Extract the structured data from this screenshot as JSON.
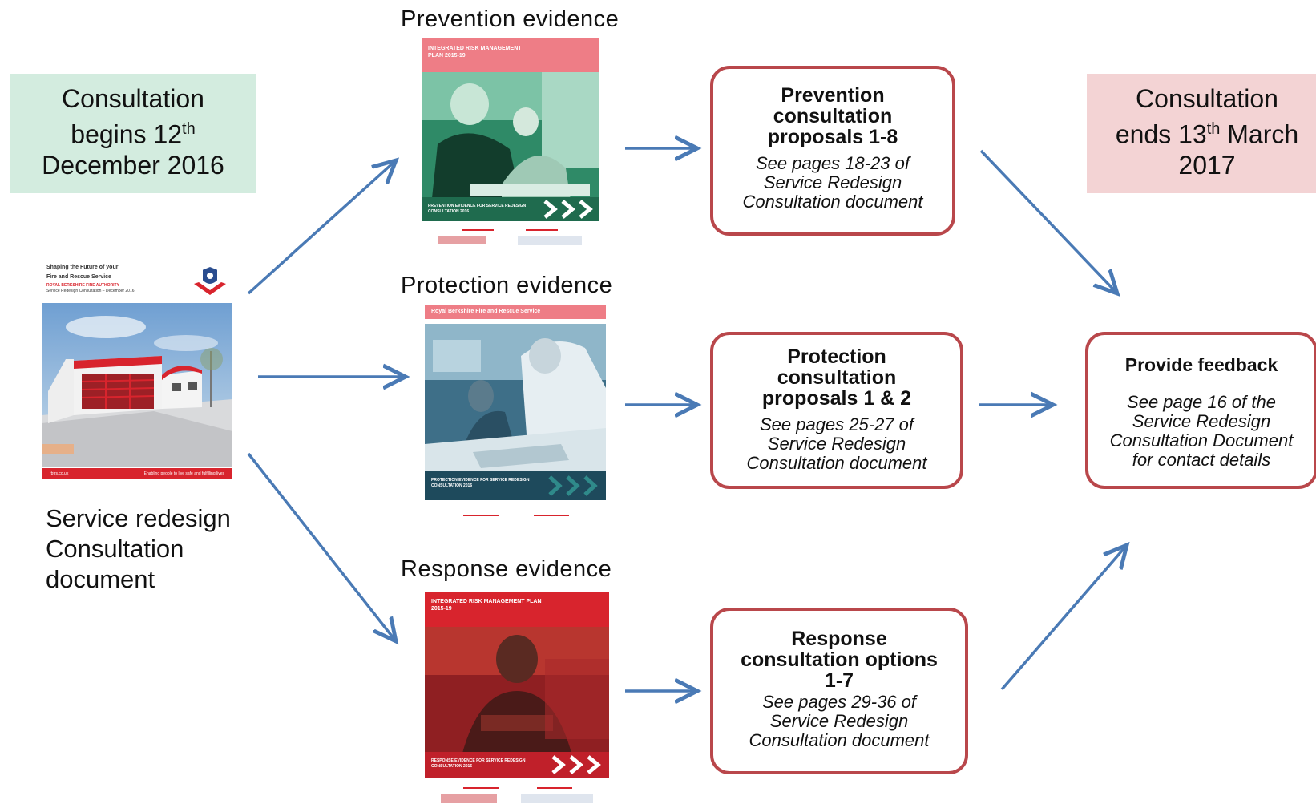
{
  "start": {
    "line1": "Consultation",
    "line2_pre": "begins 12",
    "line2_sup": "th",
    "line3": "December 2016"
  },
  "end": {
    "line1": "Consultation",
    "line2_pre": "ends 13",
    "line2_sup": "th",
    "line2_post": " March",
    "line3": "2017"
  },
  "main_document": {
    "label_lines": [
      "Service redesign",
      "Consultation",
      "document"
    ],
    "cover": {
      "title_lines": [
        "Shaping the Future of your",
        "Fire and Rescue Service"
      ],
      "authority": "ROYAL BERKSHIRE FIRE AUTHORITY",
      "subtitle": "Service Redesign Consultation – December 2016",
      "footer_left": "rbfrs.co.uk",
      "footer_right": "Enabling people to live safe and fulfilling lives"
    }
  },
  "evidence": [
    {
      "heading": "Prevention evidence",
      "band_top": "INTEGRATED RISK MANAGEMENT PLAN 2015-19",
      "band_bottom": "PREVENTION EVIDENCE FOR SERVICE REDESIGN CONSULTATION 2016"
    },
    {
      "heading": "Protection evidence",
      "band_top": "Royal Berkshire Fire and Rescue Service",
      "band_bottom": "PROTECTION EVIDENCE FOR SERVICE REDESIGN CONSULTATION 2016"
    },
    {
      "heading": "Response evidence",
      "band_top": "INTEGRATED RISK MANAGEMENT PLAN 2015-19",
      "band_bottom": "RESPONSE EVIDENCE FOR SERVICE REDESIGN CONSULTATION 2016"
    }
  ],
  "proposals": [
    {
      "title_lines": [
        "Prevention",
        "consultation",
        "proposals 1-8"
      ],
      "note_lines": [
        "See pages 18-23  of",
        "Service Redesign",
        "Consultation document"
      ]
    },
    {
      "title_lines": [
        "Protection",
        "consultation",
        "proposals 1 & 2"
      ],
      "note_lines": [
        "See pages 25-27  of",
        "Service Redesign",
        "Consultation document"
      ]
    },
    {
      "title_lines": [
        "Response",
        "consultation options",
        "1-7"
      ],
      "note_lines": [
        "See pages 29-36  of",
        "Service Redesign",
        "Consultation document"
      ]
    }
  ],
  "feedback": {
    "title": "Provide feedback",
    "note_lines": [
      "See page 16 of the",
      "Service Redesign",
      "Consultation Document",
      "for contact details"
    ]
  },
  "colors": {
    "arrow": "#4a7ab5",
    "box_border": "#b9474b",
    "start_fill": "#d3ecdf",
    "end_fill": "#f3d3d4",
    "brand_red": "#d8242d"
  }
}
